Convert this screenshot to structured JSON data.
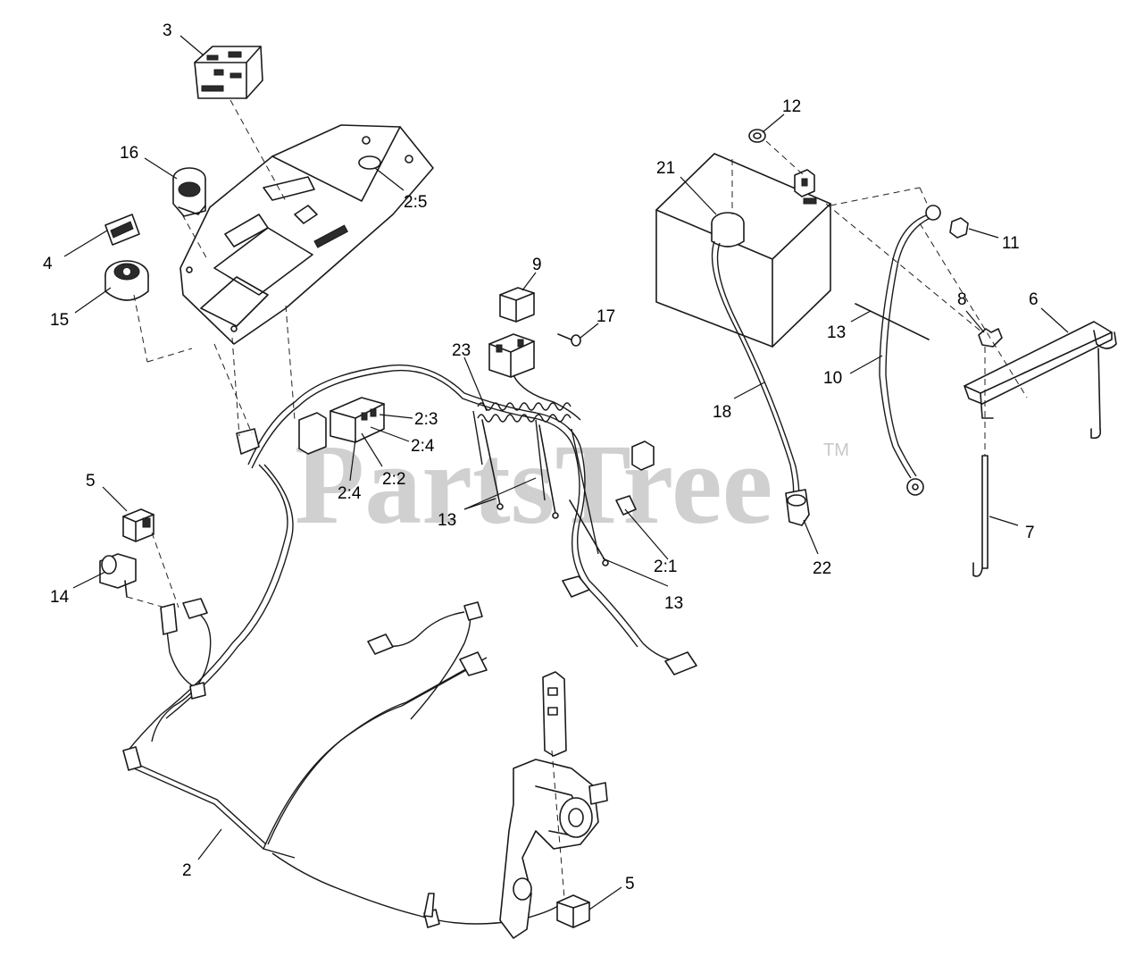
{
  "watermark": {
    "brand": "PartsTree",
    "trademark": "TM"
  },
  "callouts": {
    "c3": "3",
    "c16": "16",
    "c2_5": "2:5",
    "c4": "4",
    "c15": "15",
    "c9": "9",
    "c17": "17",
    "c23": "23",
    "c2_3": "2:3",
    "c2_4a": "2:4",
    "c2_4b": "2:4",
    "c2_2": "2:2",
    "c5a": "5",
    "c13a": "13",
    "c2_1": "2:1",
    "c13b": "13",
    "c14": "14",
    "c2": "2",
    "c5b": "5",
    "c12": "12",
    "c21": "21",
    "c11": "11",
    "c8": "8",
    "c6": "6",
    "c13c": "13",
    "c10": "10",
    "c18": "18",
    "c22": "22",
    "c7": "7"
  }
}
